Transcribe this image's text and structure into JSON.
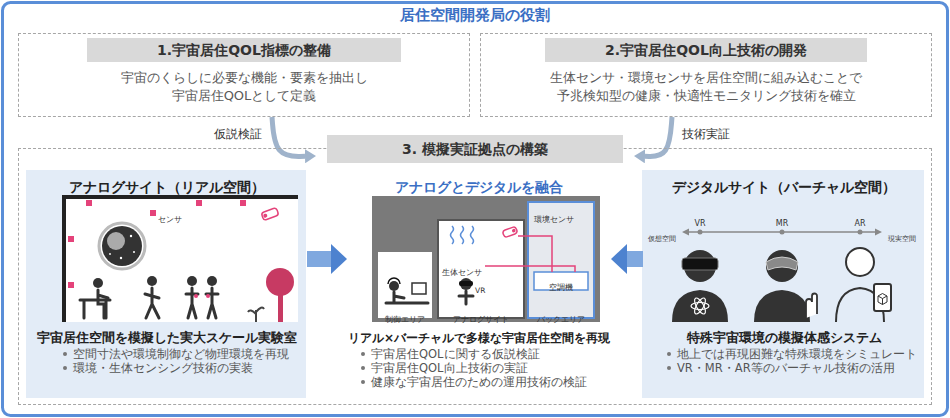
{
  "diagram": {
    "title": "居住空間開発局の役割",
    "nodes": [
      {
        "text": [
          "1.宇宙居住QOL指標の整備",
          "宇宙のくらしに必要な機能・要素を抽出し 宇宙居住QOLとして定義"
        ]
      },
      {
        "text": [
          "2.宇宙居住QOL向上技術の開発",
          "生体センサ・環境センサを居住空間に組み込むことで 予兆検知型の健康・快適性モニタリング技術を確立"
        ]
      },
      {
        "text": [
          "3. 模擬実証拠点の構築"
        ]
      },
      {
        "text": [
          "アナログサイト（リアル空間）",
          "宇宙居住空間を模擬した実大スケール実験室",
          "空間寸法や環境制御など物理環境を再現",
          "環境・生体センシング技術の実装"
        ],
        "in": 2
      },
      {
        "text": [
          "アナログとデジタルを融合",
          "リアル×バーチャルで多様な宇宙居住空間を再現",
          "宇宙居住QOLに関する仮説検証",
          "宇宙居住QOL向上技術の実証",
          "健康な宇宙居住のための運用技術の検証"
        ],
        "in": 2
      },
      {
        "text": [
          "デジタルサイト（バーチャル空間）",
          "特殊宇宙環境の模擬体感システム",
          "地上では再現困難な特殊環境をシミュレート",
          "VR・MR・AR等のバーチャル技術の活用"
        ],
        "in": 2
      }
    ],
    "edges": [
      {
        "from": 0,
        "to": 2,
        "arrow": "to",
        "label": "仮説検証"
      },
      {
        "from": 1,
        "to": 2,
        "arrow": "to",
        "label": "技術実証"
      },
      {
        "from": 3,
        "to": 4,
        "arrow": "to"
      },
      {
        "from": 5,
        "to": 4,
        "arrow": "to"
      }
    ],
    "labels": [
      "センサ",
      "環境センサ",
      "生体センサ",
      "VR",
      "制御エリア",
      "アナログサイト",
      "バックエリア",
      "空調機",
      "仮想空間",
      "VR",
      "MR",
      "AR",
      "現実空間"
    ]
  }
}
